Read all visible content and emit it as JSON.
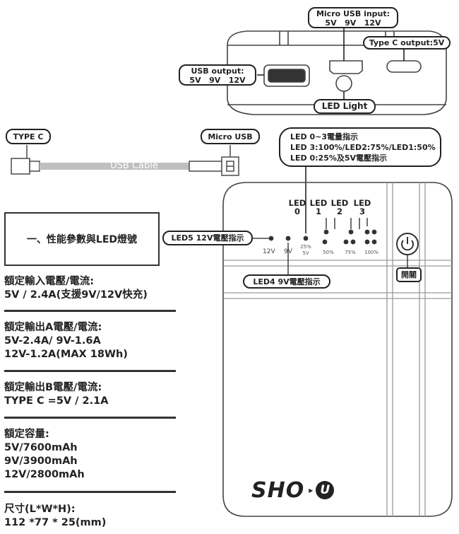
{
  "top_device": {
    "micro_usb_input": {
      "title": "Micro USB input:",
      "values": "5V   9V   12V"
    },
    "type_c_output": "Type C output:5V",
    "usb_output": {
      "title": "USB output:",
      "values": "5V   9V   12V"
    },
    "led_light": "LED Light"
  },
  "cable": {
    "type_c": "TYPE C",
    "micro_usb": "Micro USB",
    "label": "USB Cable"
  },
  "led_info": {
    "line1": "LED 0~3電量指示",
    "line2": "LED 3:100%/LED2:75%/LED1:50%",
    "line3": "LED 0:25%及5V電壓指示"
  },
  "front_panel": {
    "led_headers": [
      {
        "top": "LED",
        "num": "0"
      },
      {
        "top": "LED",
        "num": "1"
      },
      {
        "top": "LED",
        "num": "2"
      },
      {
        "top": "LED",
        "num": "3"
      }
    ],
    "led5_label": "LED5 12V電壓指示",
    "led4_label": "LED4 9V電壓指示",
    "v12": "12V",
    "v9": "9V",
    "p25": "25%",
    "v5": "5V",
    "p50": "50%",
    "p75": "75%",
    "p100": "100%",
    "power_label": "開關",
    "brand": "SHO",
    "brand_mark": "U"
  },
  "section_title": "一、性能參數與LED燈號",
  "specs": {
    "input": {
      "title": "額定輸入電壓/電流:",
      "lines": [
        "5V / 2.4A(支援9V/12V快充)"
      ]
    },
    "output_a": {
      "title": "額定輸出A電壓/電流:",
      "lines": [
        "5V-2.4A/ 9V-1.6A",
        "12V-1.2A(MAX 18Wh)"
      ]
    },
    "output_b": {
      "title": "額定輸出B電壓/電流:",
      "lines": [
        "TYPE C =5V / 2.1A"
      ]
    },
    "capacity": {
      "title": "額定容量:",
      "lines": [
        "5V/7600mAh",
        "9V/3900mAh",
        "12V/2800mAh"
      ]
    },
    "size": {
      "title": "尺寸(L*W*H):",
      "lines": [
        "112 *77 * 25(mm)"
      ]
    }
  }
}
